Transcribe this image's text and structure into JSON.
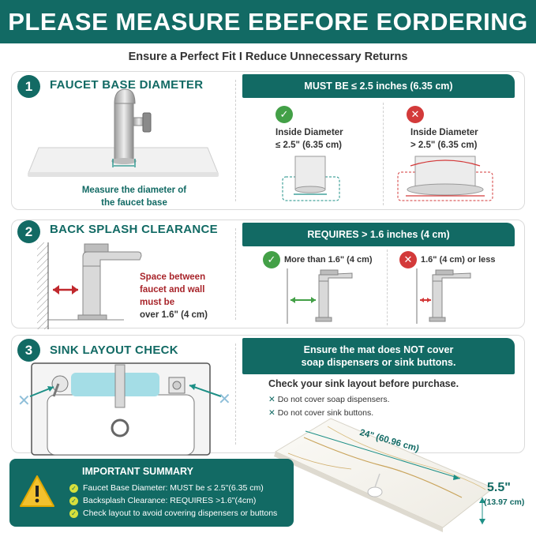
{
  "header": {
    "title": "PLEASE MEASURE EBEFORE EORDERING",
    "subtitle": "Ensure a Perfect Fit I Reduce Unnecessary Returns"
  },
  "section1": {
    "number": "1",
    "title": "FAUCET BASE DIAMETER",
    "caption_line1": "Measure the diameter of",
    "caption_line2": "the faucet base",
    "tab": "MUST BE ≤ 2.5 inches (6.35 cm)",
    "good_line1": "Inside Diameter",
    "good_line2": "≤ 2.5\" (6.35 cm)",
    "bad_line1": "Inside Diameter",
    "bad_line2": "> 2.5\" (6.35 cm)"
  },
  "section2": {
    "number": "2",
    "title": "BACK SPLASH CLEARANCE",
    "note_line1": "Space between",
    "note_line2": "faucet and wall",
    "note_line3": "must be",
    "note_line4": "over 1.6\" (4 cm)",
    "tab": "REQUIRES > 1.6 inches (4 cm)",
    "good": "More than 1.6\" (4 cm)",
    "bad": "1.6\" (4 cm) or less"
  },
  "section3": {
    "number": "3",
    "title": "SINK LAYOUT CHECK",
    "tab_line1": "Ensure the mat does NOT cover",
    "tab_line2": "soap dispensers or sink buttons.",
    "check_title": "Check your sink layout before purchase.",
    "item1": "Do not cover soap dispensers.",
    "item2": "Do not cover sink buttons."
  },
  "mat": {
    "length": "24\" (60.96 cm)",
    "width": "5.5\"",
    "width_cm": "(13.97 cm)"
  },
  "summary": {
    "title": "IMPORTANT SUMMARY",
    "items": [
      "Faucet Base Diameter: MUST be ≤ 2.5\"(6.35 cm)",
      "Backsplash Clearance: REQUIRES >1.6\"(4cm)",
      "Check layout to avoid covering dispensers or buttons"
    ]
  },
  "colors": {
    "primary": "#126a64",
    "good": "#43a047",
    "bad": "#d33a3a",
    "warning": "#f2c12e",
    "accent_text": "#a8242a"
  },
  "icons": {
    "good": "check-circle-icon",
    "bad": "x-circle-icon",
    "warning": "warning-triangle-icon"
  }
}
